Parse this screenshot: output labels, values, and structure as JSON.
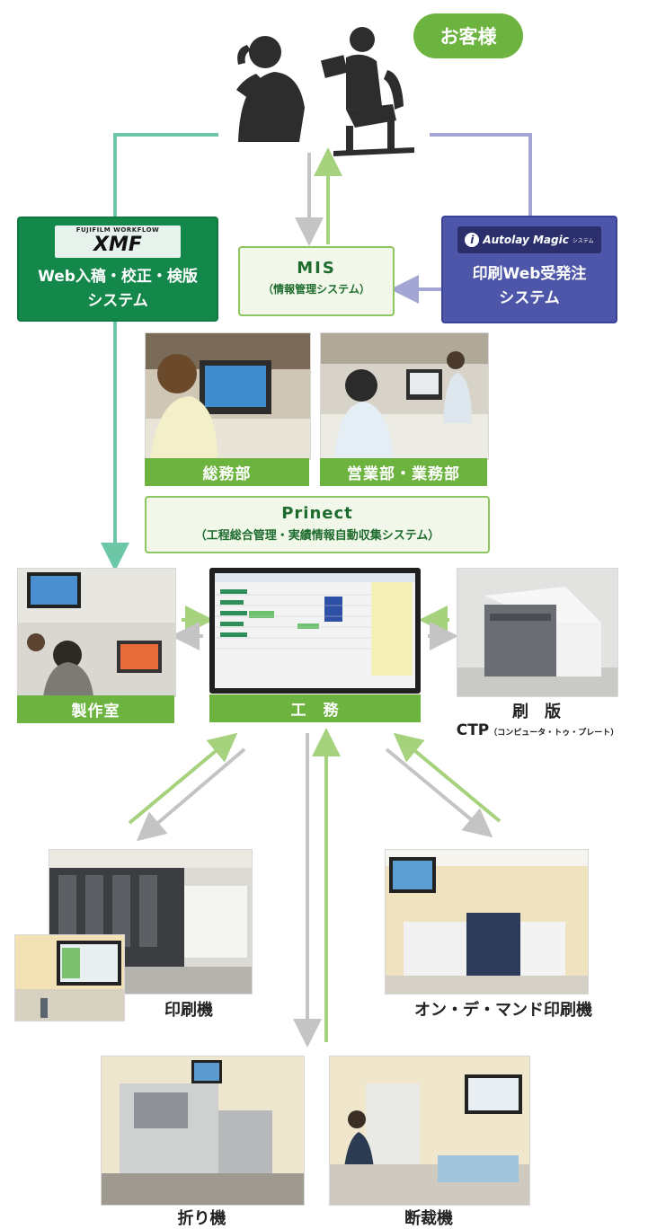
{
  "customer": {
    "badge": "お客様"
  },
  "xmf_box": {
    "logo_small": "FUJIFILM WORKFLOW",
    "logo_main": "XMF",
    "line1": "Web入稿・校正・検版",
    "line2": "システム"
  },
  "mis_box": {
    "title": "MIS",
    "subtitle": "（情報管理システム）"
  },
  "autolay_box": {
    "logo": "Autolay Magic",
    "logo_suffix": "システム",
    "line1": "印刷Web受発注",
    "line2": "システム"
  },
  "offices": {
    "general_affairs": "総務部",
    "sales": "営業部・業務部"
  },
  "prinect_box": {
    "title": "Prinect",
    "subtitle": "（工程総合管理・実績情報自動収集システム）"
  },
  "production_room": {
    "label": "製作室"
  },
  "works": {
    "label": "工　務"
  },
  "platemaking": {
    "label": "刷　版",
    "sub_main": "CTP",
    "sub_detail": "（コンピュータ・トゥ・プレート）"
  },
  "printing": {
    "label": "印刷機"
  },
  "on_demand": {
    "label": "オン・デ・マンド印刷機"
  },
  "folding": {
    "label": "折り機"
  },
  "cutting": {
    "label": "断裁機"
  },
  "colors": {
    "green_dark": "#14874a",
    "green_bar": "#6cb33f",
    "green_light_bg": "#f1f8e9",
    "green_arrow": "#a6d17d",
    "gray_arrow": "#c4c4c4",
    "blue_box": "#4d56a8",
    "blue_line": "#a3a6d2",
    "teal_line": "#6dc7a7"
  }
}
